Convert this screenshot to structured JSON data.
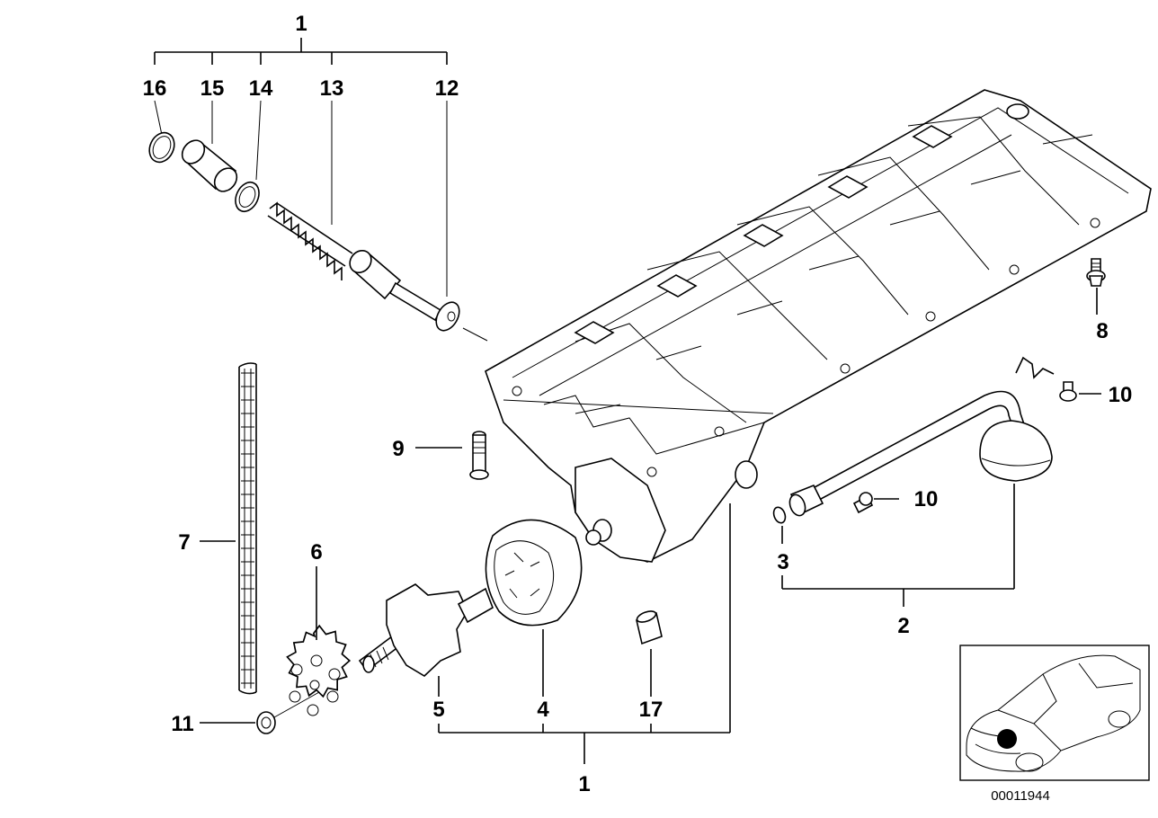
{
  "diagram": {
    "reference_number": "00011944",
    "callouts": {
      "c1_top": "1",
      "c16": "16",
      "c15": "15",
      "c14": "14",
      "c13": "13",
      "c12": "12",
      "c8": "8",
      "c10_a": "10",
      "c10_b": "10",
      "c9": "9",
      "c7": "7",
      "c6": "6",
      "c3": "3",
      "c2": "2",
      "c5": "5",
      "c4": "4",
      "c17": "17",
      "c11": "11",
      "c1_bottom": "1"
    }
  }
}
